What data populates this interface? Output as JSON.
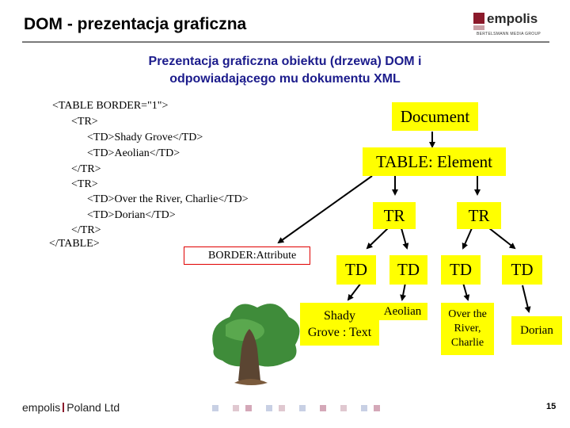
{
  "header": {
    "title": "DOM - prezentacja graficzna",
    "logo_text": "empolis",
    "logo_subtext": "BERTELSMANN MEDIA GROUP"
  },
  "subtitle": {
    "line1": "Prezentacja graficzna obiektu (drzewa) DOM i",
    "line2": "odpowiadającego mu dokumentu XML"
  },
  "code_lines": [
    "<TABLE BORDER=\"1\">",
    "<TR>",
    "<TD>Shady Grove</TD>",
    "<TD>Aeolian</TD>",
    "</TR>",
    "<TR>",
    "<TD>Over the River, Charlie</TD>",
    "<TD>Dorian</TD>",
    "</TR>",
    "</TABLE>"
  ],
  "tree": {
    "document": "Document",
    "table": "TABLE: Element",
    "tr1": "TR",
    "tr2": "TR",
    "attribute": "BORDER:Attribute",
    "td1": "TD",
    "td2": "TD",
    "td3": "TD",
    "td4": "TD",
    "text1_line1": "Shady",
    "text1_line2": "Grove : Text",
    "text2": "Aeolian",
    "text3_line1": "Over the",
    "text3_line2": "River,",
    "text3_line3": "Charlie",
    "text4": "Dorian"
  },
  "colors": {
    "node_fill": "#ffff00",
    "attribute_border": "#e00000",
    "subtitle": "#1c1c8c",
    "brand": "#8b1a2b"
  },
  "footer": {
    "brand_prefix": "empolis",
    "brand_suffix": "Poland Ltd",
    "page_number": "15"
  }
}
